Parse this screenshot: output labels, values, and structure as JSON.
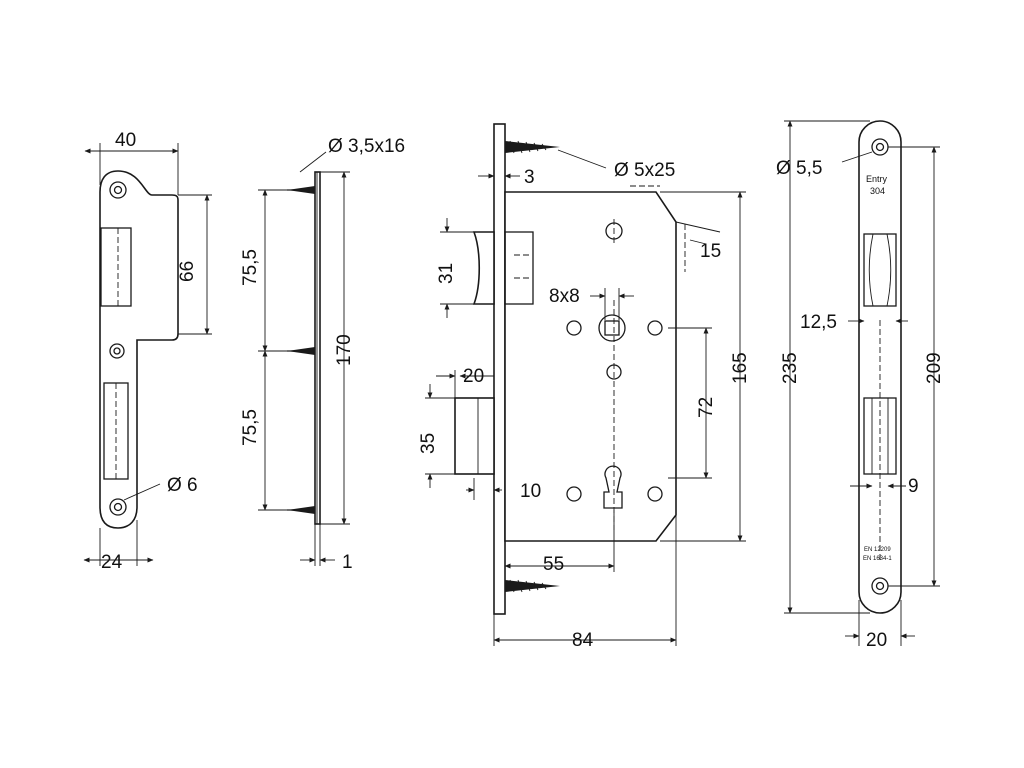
{
  "strike_plate": {
    "width_label": "40",
    "height_label": "66",
    "hole_label": "Ø 6",
    "bottom_label": "24"
  },
  "side_plate": {
    "screw_label": "Ø 3,5x16",
    "pitch_upper_label": "75,5",
    "pitch_lower_label": "75,5",
    "length_label": "170",
    "thickness_label": "1"
  },
  "lock_body": {
    "faceplate_thickness_label": "3",
    "screw_label": "Ø 5x25",
    "angle_label": "15",
    "latch_height_label": "31",
    "spindle_label": "8x8",
    "bolt_offset_label": "20",
    "bolt_height_label": "35",
    "bolt_throw_label": "10",
    "center_distance_label": "72",
    "height_label": "165",
    "backset_label": "55",
    "depth_label": "84"
  },
  "faceplate": {
    "hole_label": "Ø 5,5",
    "stamp_line1": "Entry",
    "stamp_line2": "304",
    "slot_label": "12,5",
    "length_label": "235",
    "hole_pitch_label": "209",
    "bolt_slot_label": "9",
    "cert_line1": "EN 12209",
    "cert_line2": "EN 1634-1",
    "width_label": "20"
  }
}
